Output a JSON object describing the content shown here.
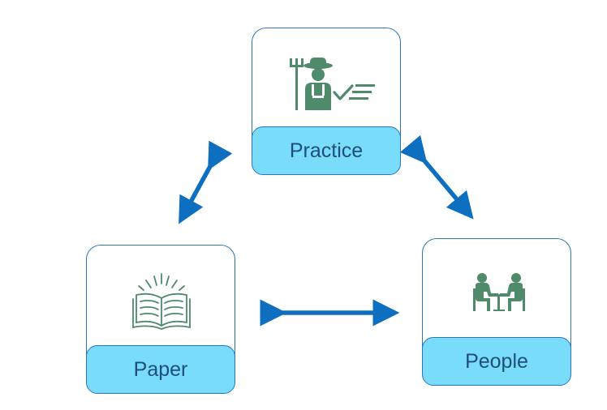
{
  "nodes": {
    "practice": {
      "label": "Practice",
      "icon": "farmer-checklist-icon"
    },
    "paper": {
      "label": "Paper",
      "icon": "open-book-sparkle-icon"
    },
    "people": {
      "label": "People",
      "icon": "two-people-table-icon"
    }
  },
  "colors": {
    "card_border": "#2e75b6",
    "label_fill": "#79dcfa",
    "label_text": "#1f4e79",
    "arrow": "#0e6fc1",
    "icon": "#4f8a6a"
  }
}
